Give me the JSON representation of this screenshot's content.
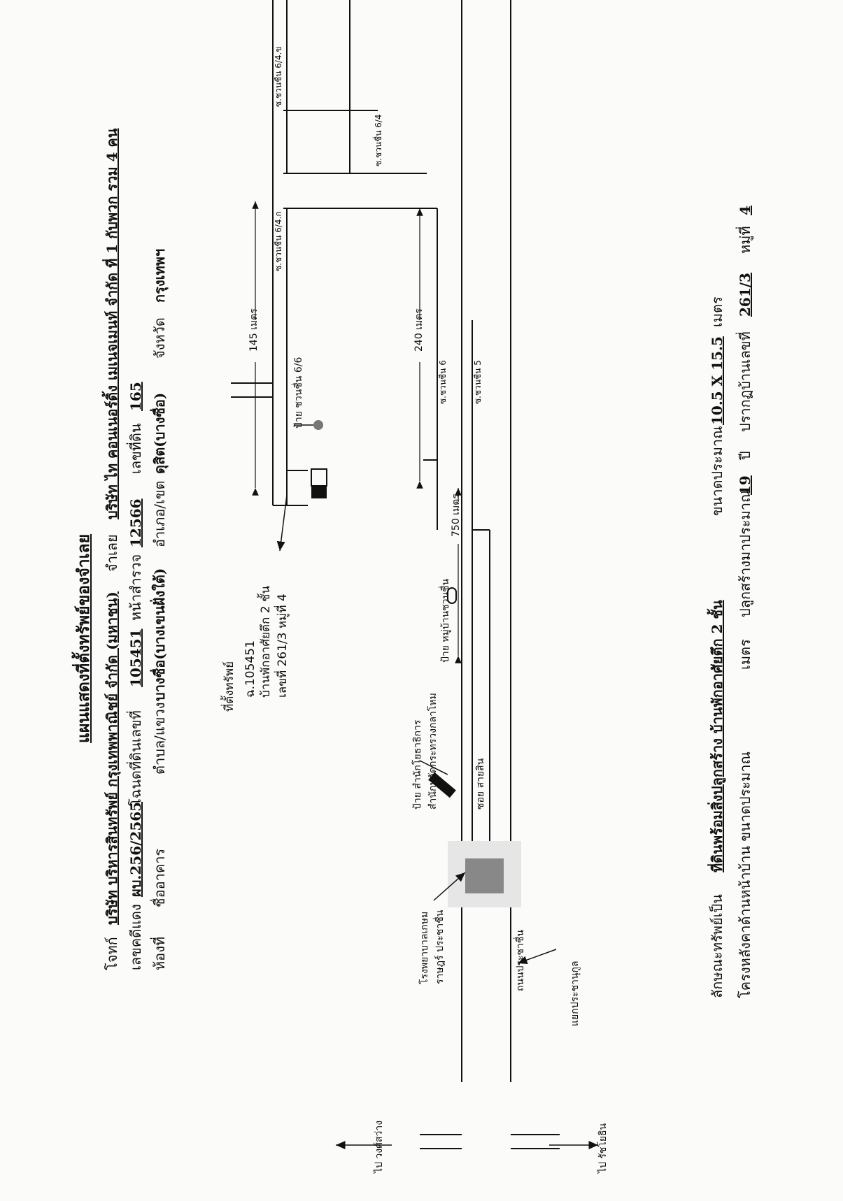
{
  "header": {
    "title": "แผนแสดงที่ตั้งทรัพย์ของจำเลย",
    "l1_label1": "โจทก์",
    "l1_value1": "บริษัท บริหารสินทรัพย์ กรุงเทพพาณิชย์ จำกัด (มหาชน)",
    "l1_label2": "จำเลย",
    "l1_value2": "บริษัท ไท คอนเนอร์ดิ้ง เมเนจเมนท์ จำกัด ที่ 1 กับพวก รวม 4 คน",
    "l2_label1": "เลขคดีแดง",
    "l2_value1": "ผบ.256/2565",
    "l2_label2": "โฉนดที่ดินเลขที่",
    "l2_value2": "105451",
    "l2_label3": "หน้าสำรวจ",
    "l2_value3": "12566",
    "l2_label4": "เลขที่ดิน",
    "l2_value4": "165",
    "l3_label1": "ห้องที่",
    "l3_label2": "ชื่ออาคาร",
    "l3_label3": "ตำบล/แขวง",
    "l3_value3": "บางซื่อ(บางเขนฝั่งใต้)",
    "l3_label4": "อำเภอ/เขต",
    "l3_value4": "ดุสิต(บางซื่อ)",
    "l3_label5": "จังหวัด",
    "l3_value5": "กรุงเทพฯ"
  },
  "map": {
    "property_title": "ที่ตั้งทรัพย์",
    "property_deed": "ฉ.105451",
    "property_house": "บ้านพักอาศัยตึก 2 ชั้น",
    "property_address": "เลขที่ 261/3  หมู่ที่ 4",
    "soi_6_4": "ซ.ชวนชื่น 6/4",
    "soi_6_4_a": "ซ.ชวนชื่น 6/4.ก",
    "soi_6_4_b": "ซ.ชวนชื่น 6/4.ข",
    "soi_6": "ซ.ชวนชื่น 6",
    "soi_5": "ซ.ชวนชื่น 5",
    "sign_chuanchuen": "ป้าย ชวนชื่น 6/6",
    "sign_village": "ป้าย หมู่บ้านชวนชื่น",
    "dist_145": "145 เมตร",
    "dist_240": "240 เมตร",
    "dist_750": "750 เมตร",
    "soi_saisin": "ซอย สายสิน",
    "road_main": "ถนนประชาชื่น",
    "intersection": "แยกประชานุกูล",
    "hospital_1": "โรงพยาบาลเกษม",
    "hospital_2": "ราษฎร์ ประชาชื่น",
    "office_1": "ป้าย สำนักโยธาธิการ",
    "office_2": "สำนักปลัดกระทรวงกลาโหม",
    "to_left": "ไป วงศ์สว่าง",
    "to_right": "ไป รัชโยธิน"
  },
  "footer": {
    "f1_label1": "ลักษณะทรัพย์เป็น",
    "f1_value1": "ที่ดินพร้อมสิ่งปลูกสร้าง  บ้านพักอาศัยตึก 2 ชั้น",
    "f1_label2": "ขนาดประมาณ",
    "f1_value2": "10.5 X 15.5",
    "f1_unit": "เมตร",
    "f2_label1": "โครงหลังคาด้านหน้าบ้าน ขนาดประมาณ",
    "f2_unit1": "เมตร",
    "f2_label2": "ปลูกสร้างมาประมาณ",
    "f2_value2": "19",
    "f2_unit2": "ปี",
    "f2_label3": "ปรากฏบ้านเลขที่",
    "f2_value3": "261/3",
    "f2_label4": "หมู่ที่",
    "f2_value4": "4"
  }
}
